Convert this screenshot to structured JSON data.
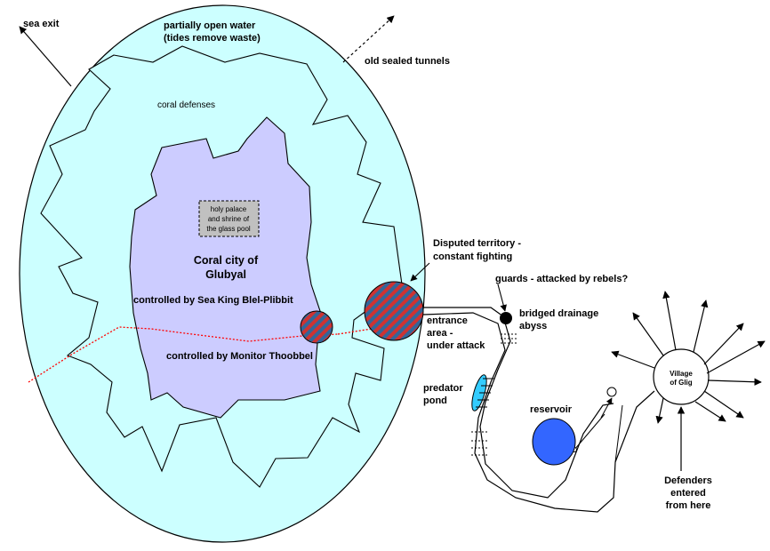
{
  "labels": {
    "sea_exit": "sea exit",
    "open_water_1": "partially open water",
    "open_water_2": "(tides remove waste)",
    "old_tunnels": "old sealed tunnels",
    "coral_defenses": "coral defenses",
    "palace_1": "holy palace",
    "palace_2": "and shrine of",
    "palace_3": "the glass pool",
    "city_1": "Coral city of",
    "city_2": "Glubyal",
    "controlled_king": "controlled by Sea King Blel-Plibbit",
    "controlled_monitor": "controlled by Monitor Thoobbel",
    "disputed_1": "Disputed territory -",
    "disputed_2": "constant fighting",
    "guards": "guards - attacked by rebels?",
    "entrance_1": "entrance",
    "entrance_2": "area -",
    "entrance_3": "under attack",
    "bridged_1": "bridged drainage",
    "bridged_2": "abyss",
    "predator_1": "predator",
    "predator_2": "pond",
    "reservoir": "reservoir",
    "village_1": "Village",
    "village_2": "of Glig",
    "defenders_1": "Defenders",
    "defenders_2": "entered",
    "defenders_3": "from here"
  },
  "colors": {
    "outer_water": "#ccffff",
    "coral_zone": "#ccffff",
    "city": "#ccccff",
    "palace_box": "#c0c0c0",
    "disputed_stripe_a": "#336699",
    "disputed_stripe_b": "#cc3333",
    "boundary_line": "#ff0000",
    "predator_pond": "#33ccff",
    "reservoir": "#3366ff"
  }
}
